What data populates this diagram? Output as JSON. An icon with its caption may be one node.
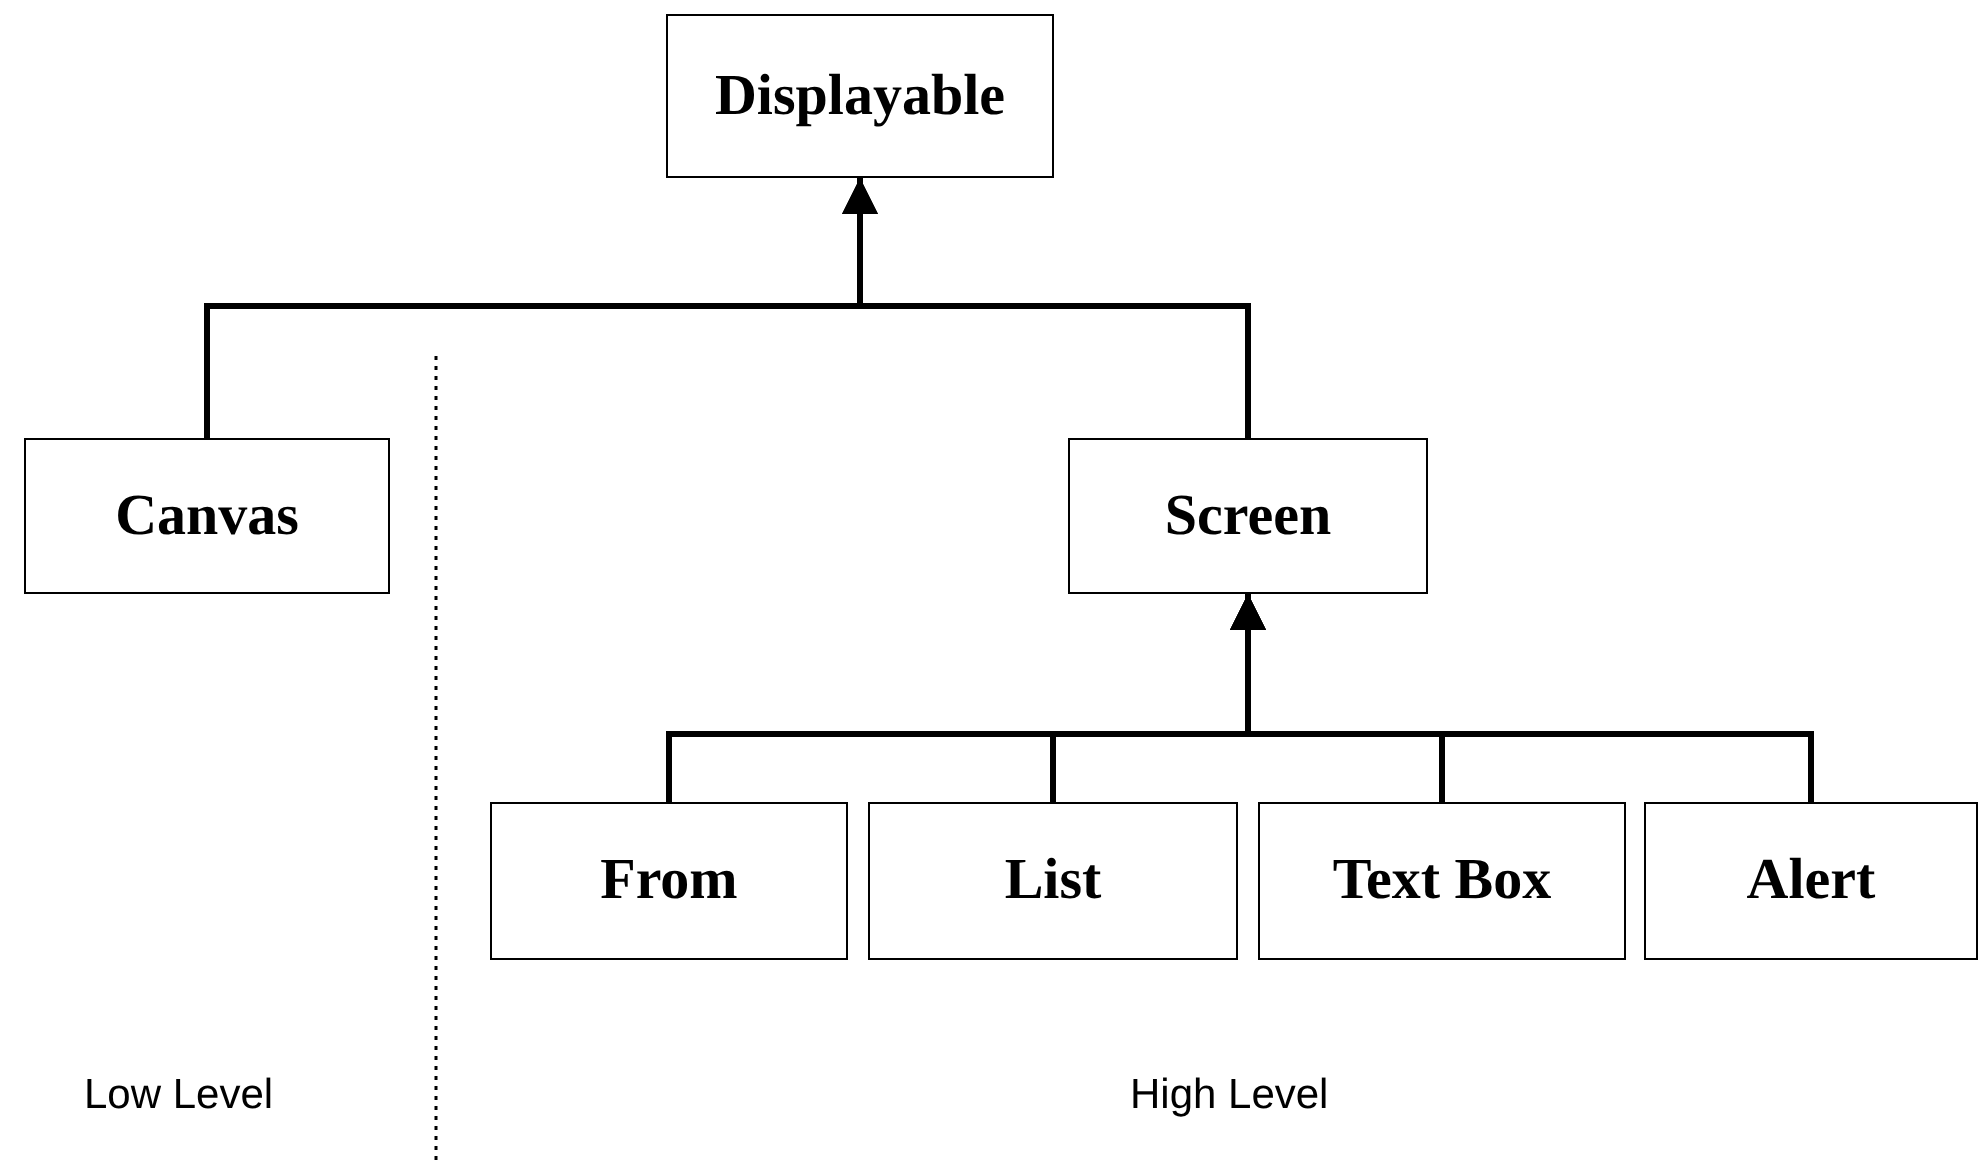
{
  "diagram": {
    "nodes": [
      {
        "text": [
          "Displayable"
        ]
      },
      {
        "text": [
          "Canvas"
        ]
      },
      {
        "text": [
          "Screen"
        ]
      },
      {
        "text": [
          "From"
        ]
      },
      {
        "text": [
          "List"
        ]
      },
      {
        "text": [
          "Text Box"
        ]
      },
      {
        "text": [
          "Alert"
        ]
      }
    ],
    "edges": [
      {
        "from": 1,
        "to": 0,
        "arrow": "to"
      },
      {
        "from": 2,
        "to": 0,
        "arrow": "to"
      },
      {
        "from": 3,
        "to": 2,
        "arrow": "to"
      },
      {
        "from": 4,
        "to": 2,
        "arrow": "to"
      },
      {
        "from": 5,
        "to": 2,
        "arrow": "to"
      },
      {
        "from": 6,
        "to": 2,
        "arrow": "to"
      }
    ],
    "labels": [
      "Low Level",
      "High Level"
    ]
  }
}
